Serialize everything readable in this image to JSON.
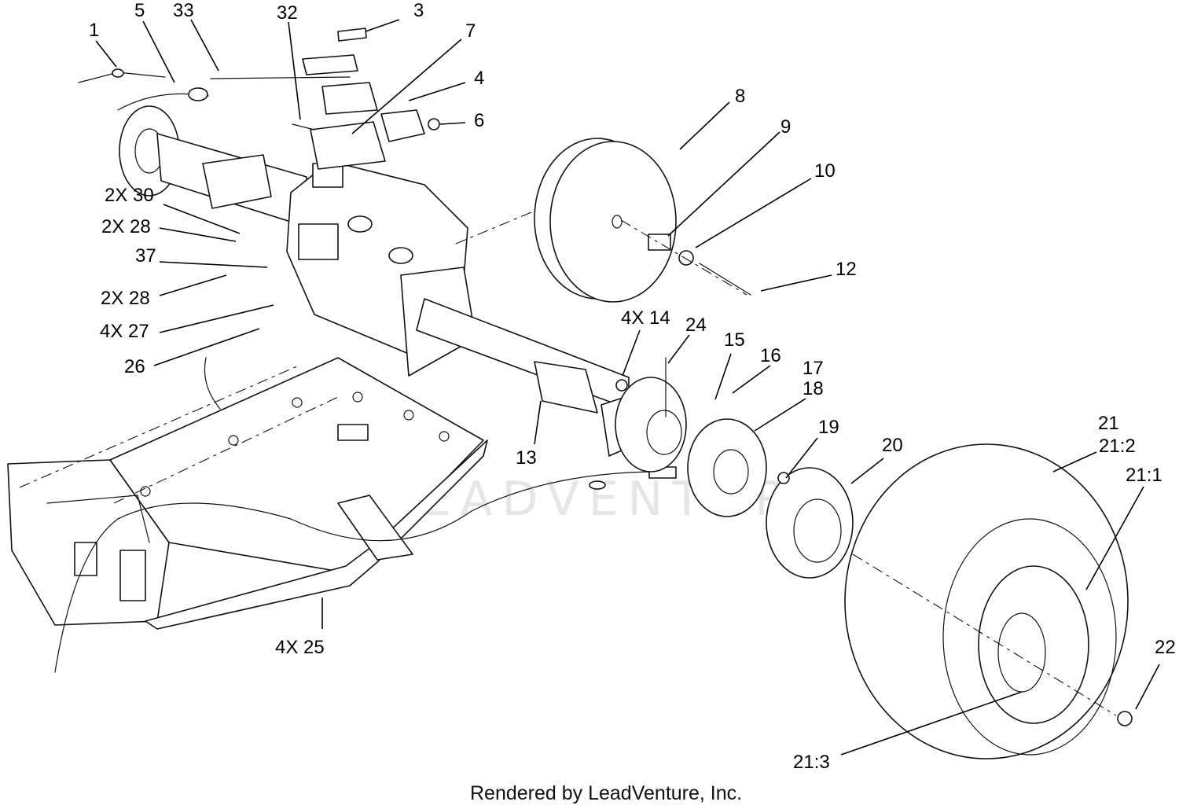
{
  "diagram": {
    "watermark": "LEADVENTURE",
    "footer": "Rendered by LeadVenture, Inc.",
    "callouts": [
      {
        "id": "c1",
        "label": "1"
      },
      {
        "id": "c5",
        "label": "5"
      },
      {
        "id": "c33",
        "label": "33"
      },
      {
        "id": "c32",
        "label": "32"
      },
      {
        "id": "c3",
        "label": "3"
      },
      {
        "id": "c7",
        "label": "7"
      },
      {
        "id": "c4",
        "label": "4"
      },
      {
        "id": "c6",
        "label": "6"
      },
      {
        "id": "c8",
        "label": "8"
      },
      {
        "id": "c9",
        "label": "9"
      },
      {
        "id": "c10",
        "label": "10"
      },
      {
        "id": "c12",
        "label": "12"
      },
      {
        "id": "c2x30",
        "label": "2X 30"
      },
      {
        "id": "c2x28a",
        "label": "2X 28"
      },
      {
        "id": "c37",
        "label": "37"
      },
      {
        "id": "c2x28b",
        "label": "2X 28"
      },
      {
        "id": "c4x27",
        "label": "4X 27"
      },
      {
        "id": "c26",
        "label": "26"
      },
      {
        "id": "c4x14",
        "label": "4X 14"
      },
      {
        "id": "c24",
        "label": "24"
      },
      {
        "id": "c15",
        "label": "15"
      },
      {
        "id": "c16",
        "label": "16"
      },
      {
        "id": "c17",
        "label": "17"
      },
      {
        "id": "c18",
        "label": "18"
      },
      {
        "id": "c13",
        "label": "13"
      },
      {
        "id": "c19",
        "label": "19"
      },
      {
        "id": "c20",
        "label": "20"
      },
      {
        "id": "c21",
        "label": "21"
      },
      {
        "id": "c21_2",
        "label": "21:2"
      },
      {
        "id": "c21_1",
        "label": "21:1"
      },
      {
        "id": "c22",
        "label": "22"
      },
      {
        "id": "c21_3",
        "label": "21:3"
      },
      {
        "id": "c4x25",
        "label": "4X 25"
      }
    ]
  }
}
